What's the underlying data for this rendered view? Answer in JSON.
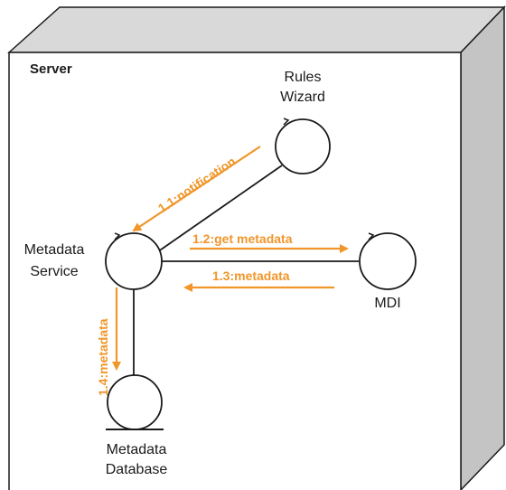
{
  "colors": {
    "box_top": "#d9d9d9",
    "box_side": "#c4c4c4",
    "box_front": "#ffffff",
    "outline": "#1a1a1a",
    "message": "#f0962a"
  },
  "node": {
    "title": "Server"
  },
  "objects": {
    "rules_wizard": {
      "line1": "Rules",
      "line2": "Wizard",
      "kind": "control"
    },
    "metadata_service": {
      "line1": "Metadata",
      "line2": "Service",
      "kind": "control"
    },
    "mdi": {
      "line1": "MDI",
      "kind": "control"
    },
    "metadata_database": {
      "line1": "Metadata",
      "line2": "Database",
      "kind": "entity"
    }
  },
  "messages": {
    "m1": {
      "label": "1.1:notification",
      "from": "Rules Wizard",
      "to": "Metadata Service"
    },
    "m2": {
      "label": "1.2:get metadata",
      "from": "Metadata Service",
      "to": "MDI"
    },
    "m3": {
      "label": "1.3:metadata",
      "from": "MDI",
      "to": "Metadata Service"
    },
    "m4": {
      "label": "1.4:metadata",
      "from": "Metadata Service",
      "to": "Metadata Database"
    }
  }
}
